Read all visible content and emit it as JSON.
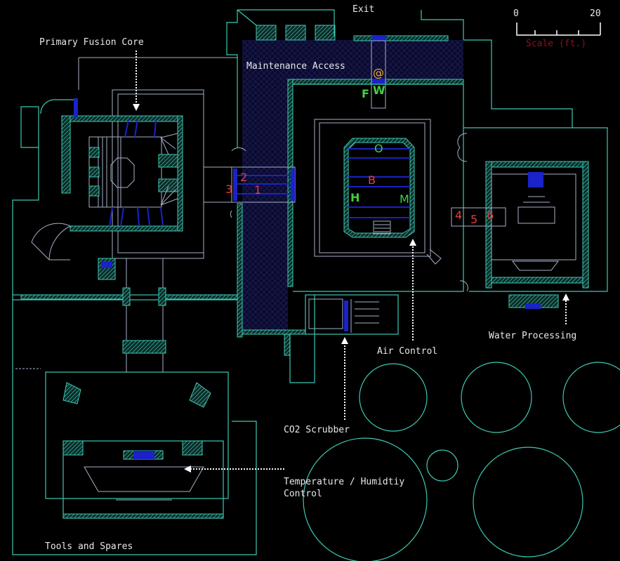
{
  "title": "Maintenance Facility Map",
  "scale": {
    "min_label": "0",
    "max_label": "20",
    "caption": "Scale (ft.)"
  },
  "rooms": {
    "exit": "Exit",
    "maintenance_access": "Maintenance Access",
    "primary_fusion_core": "Primary Fusion Core",
    "air_control": "Air Control",
    "water_processing": "Water Processing",
    "co2_scrubber": "CO2 Scrubber",
    "temperature_line1": "Temperature / Humidtiy",
    "temperature_line2": "Control",
    "tools_and_spares": "Tools and Spares"
  },
  "markers": {
    "player": "@",
    "F": "F",
    "W": "W",
    "O": "O",
    "B": "B",
    "H": "H",
    "M": "M",
    "n1": "1",
    "n2": "2",
    "n3": "3",
    "n4": "4",
    "n5": "5",
    "n6": "6"
  },
  "colors": {
    "walls": "#3cc8b4",
    "inner_lines": "#a8b0c8",
    "doors": "#1a22c8",
    "player": "#f0b020",
    "green_marker": "#40d040",
    "red_marker": "#e04040",
    "scale_caption": "#8a1020"
  }
}
